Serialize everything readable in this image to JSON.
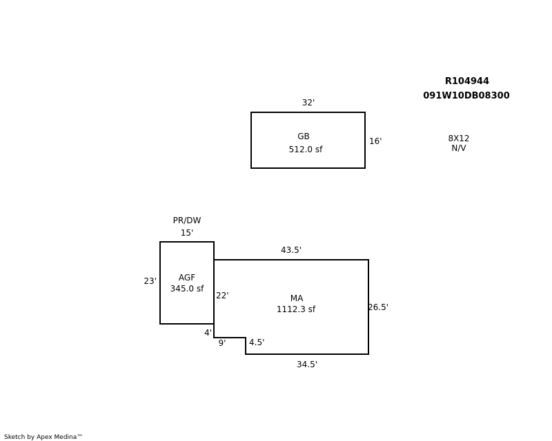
{
  "parcel": {
    "id": "R104944",
    "map_number": "091W10DB08300"
  },
  "outbuilding": {
    "size": "8X12",
    "note": "N/V"
  },
  "structures": {
    "gb": {
      "code": "GB",
      "area": "512.0 sf",
      "dims": {
        "top": "32'",
        "right": "16'"
      }
    },
    "agf": {
      "code": "AGF",
      "area": "345.0 sf",
      "caption": "PR/DW",
      "dims": {
        "top": "15'",
        "left": "23'"
      }
    },
    "ma": {
      "code": "MA",
      "area": "1112.3 sf",
      "dims": {
        "top": "43.5'",
        "right": "26.5'",
        "left": "22'",
        "notch_left": "4'",
        "notch_bottom": "9'",
        "notch_right": "4.5'",
        "bottom": "34.5'"
      }
    }
  },
  "footer": "Sketch by Apex Medina™"
}
